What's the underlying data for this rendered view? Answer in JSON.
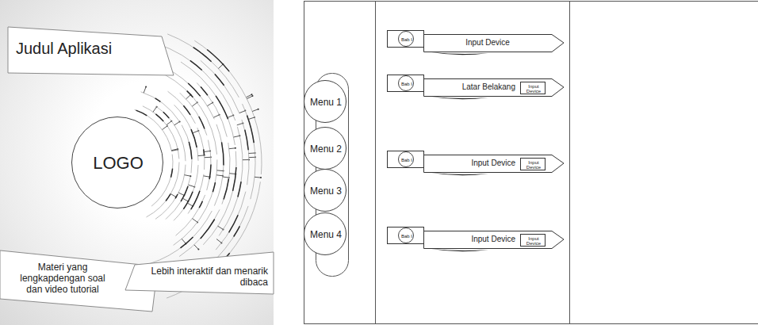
{
  "diagram": {
    "nodes": [
      {
        "text": [
          "Judul Aplikasi"
        ]
      },
      {
        "text": [
          "LOGO"
        ]
      },
      {
        "text": [
          "Materi yang lengkapdengan soal dan video tutorial"
        ]
      },
      {
        "text": [
          "Lebih interaktif dan menarik dibaca"
        ]
      },
      {
        "text": [
          "Menu 1"
        ]
      },
      {
        "text": [
          "Menu 2"
        ]
      },
      {
        "text": [
          "Menu 3"
        ]
      },
      {
        "text": [
          "Menu 4"
        ]
      },
      {
        "text": [
          "Input Device"
        ]
      },
      {
        "text": [
          "Bab I"
        ],
        "in": 8
      },
      {
        "text": [
          "Latar Belakang"
        ]
      },
      {
        "text": [
          "Bab I"
        ],
        "in": 10
      },
      {
        "text": [
          "Input Device"
        ],
        "in": 10
      },
      {
        "text": [
          "Input Device"
        ]
      },
      {
        "text": [
          "Bab I"
        ],
        "in": 13
      },
      {
        "text": [
          "Input Device"
        ],
        "in": 13
      },
      {
        "text": [
          "Input Device"
        ]
      },
      {
        "text": [
          "Bab I"
        ],
        "in": 16
      },
      {
        "text": [
          "Input Device"
        ],
        "in": 16
      }
    ]
  }
}
